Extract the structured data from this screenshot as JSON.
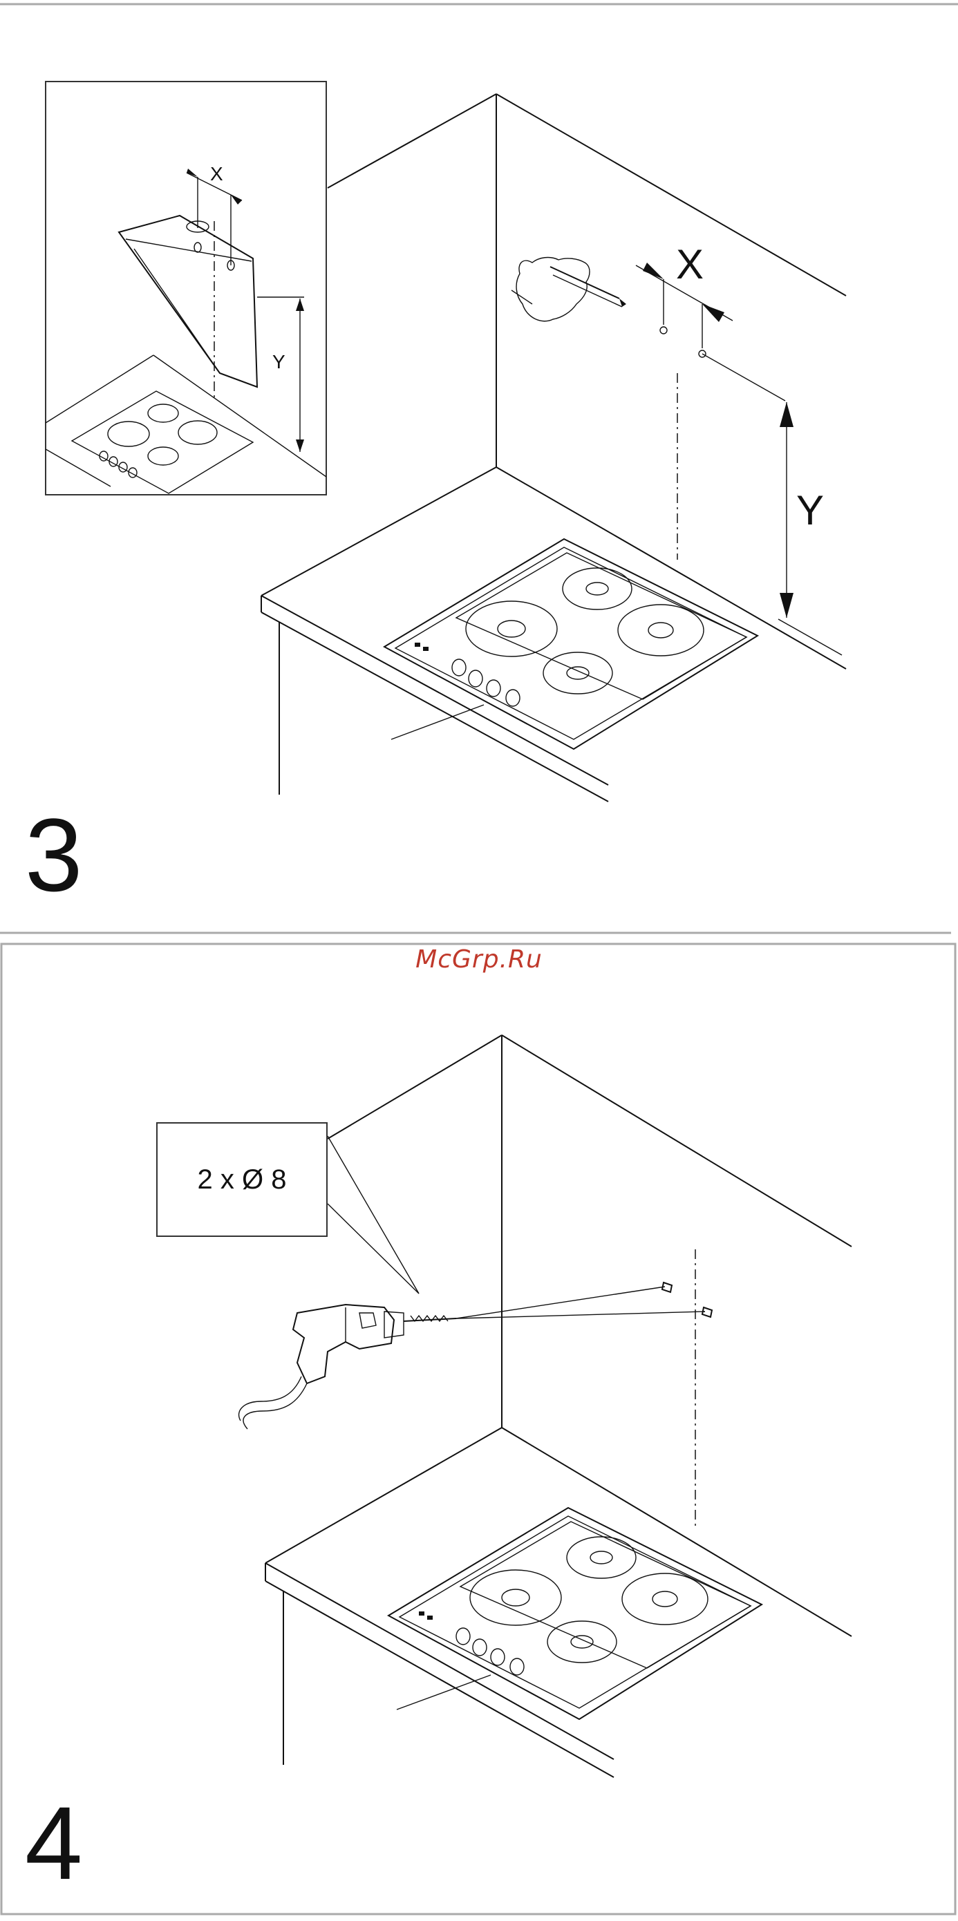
{
  "watermark": "McGrp.Ru",
  "step3": {
    "number": "3",
    "dimension_x": "X",
    "dimension_y": "Y",
    "inset_dimension_x": "X",
    "inset_dimension_y": "Y"
  },
  "step4": {
    "number": "4",
    "callout_text": "2 x Ø 8"
  },
  "colors": {
    "line": "#111111",
    "frame": "#aaaaaa",
    "watermark": "#c0392b"
  },
  "icons": [
    "hand-pencil-icon",
    "drill-icon",
    "hob-icon",
    "cooker-hood-icon"
  ]
}
